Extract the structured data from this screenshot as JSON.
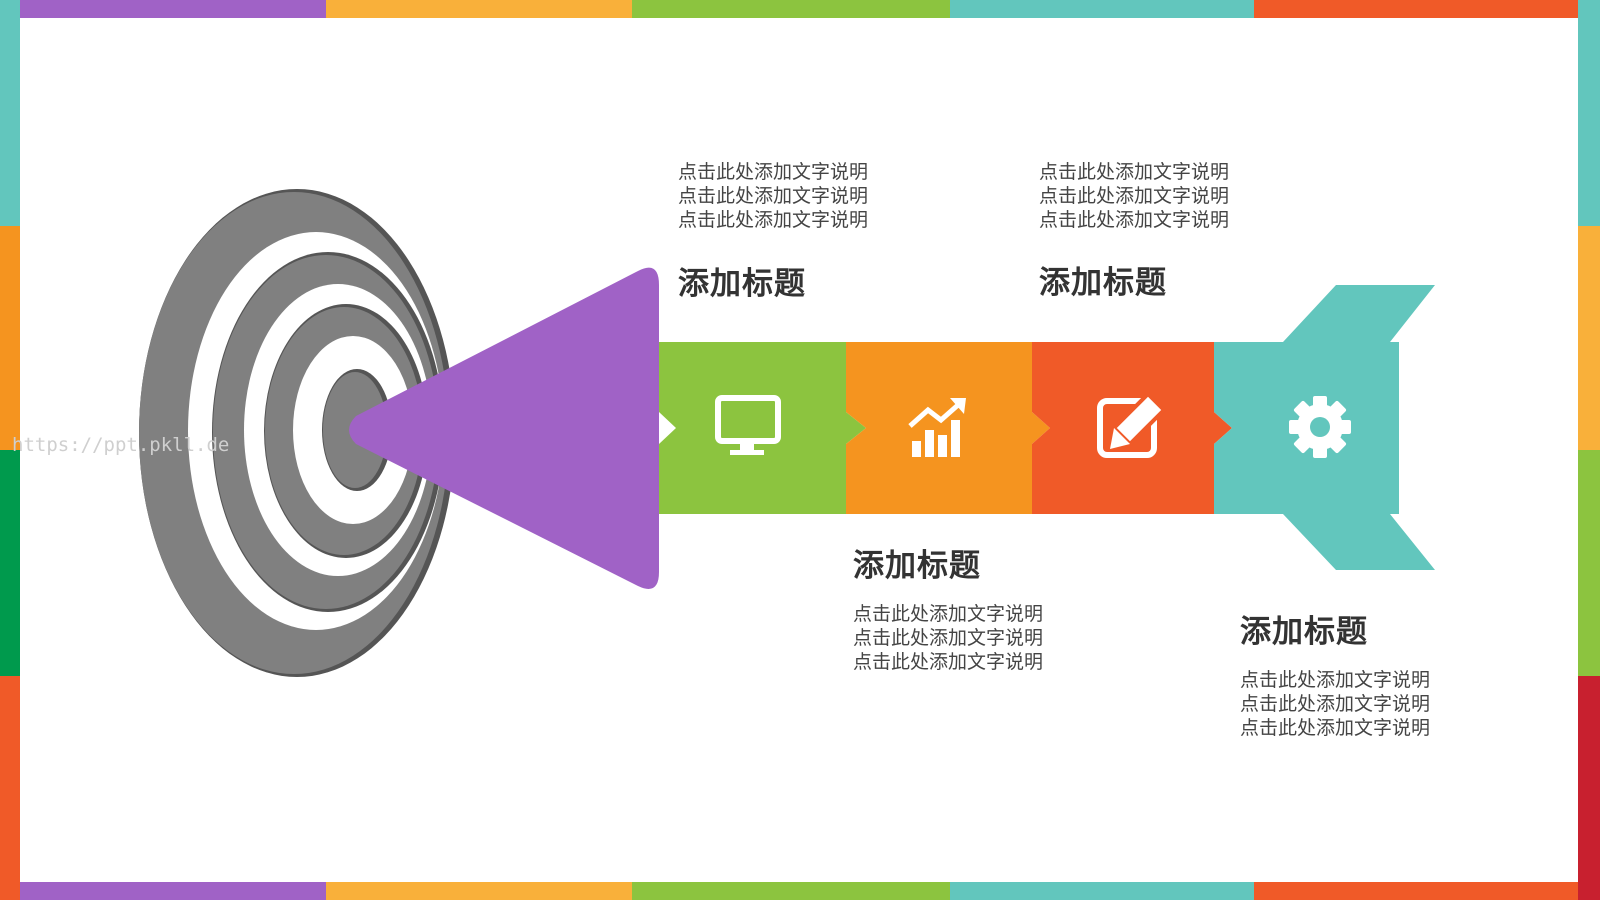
{
  "colors": {
    "purple": "#a062c6",
    "green": "#8cc43f",
    "orange": "#f5941f",
    "red_orange": "#f05a28",
    "teal": "#62c6bd",
    "yellow_orange": "#f9b03a",
    "target_gray": "#808080",
    "dark_green": "#009a4d",
    "crimson": "#c8202f"
  },
  "watermark": "https://ppt.pkll.de",
  "steps": [
    {
      "title": "添加标题",
      "icon": "monitor-icon",
      "color": "#8cc43f",
      "lines": [
        "点击此处添加文字说明",
        "点击此处添加文字说明",
        "点击此处添加文字说明"
      ]
    },
    {
      "title": "添加标题",
      "icon": "bar-chart-trend-icon",
      "color": "#f5941f",
      "lines": [
        "点击此处添加文字说明",
        "点击此处添加文字说明",
        "点击此处添加文字说明"
      ]
    },
    {
      "title": "添加标题",
      "icon": "edit-icon",
      "color": "#f05a28",
      "lines": [
        "点击此处添加文字说明",
        "点击此处添加文字说明",
        "点击此处添加文字说明"
      ]
    },
    {
      "title": "添加标题",
      "icon": "gear-icon",
      "color": "#62c6bd",
      "lines": [
        "点击此处添加文字说明",
        "点击此处添加文字说明",
        "点击此处添加文字说明"
      ]
    }
  ]
}
